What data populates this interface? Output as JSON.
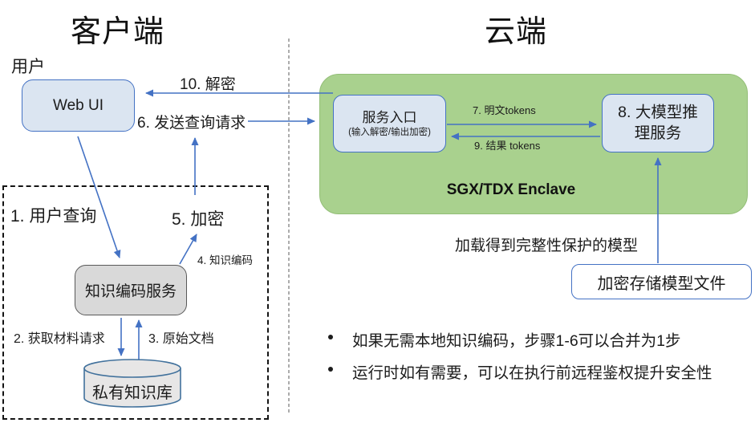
{
  "titles": {
    "client": "客户端",
    "cloud": "云端"
  },
  "client": {
    "user_label": "用户",
    "webui_label": "Web UI",
    "decrypt_label": "10. 解密",
    "send_query_label": "6. 发送查询请求",
    "user_query_label": "1. 用户查询",
    "encrypt_label": "5. 加密",
    "knowledge_encode_label": "4. 知识编码",
    "kb_service_label": "知识编码服务",
    "fetch_material_label": "2. 获取材料请求",
    "raw_doc_label": "3. 原始文档",
    "private_kb_label": "私有知识库"
  },
  "cloud": {
    "entry_title": "服务入口",
    "entry_subtitle": "(输入解密/输出加密)",
    "plain_tokens_label": "7. 明文tokens",
    "result_tokens_label": "9. 结果 tokens",
    "llm_line1": "8. 大模型推",
    "llm_line2": "理服务",
    "enclave_label": "SGX/TDX Enclave",
    "model_load_label": "加载得到完整性保护的模型",
    "model_file_label": "加密存储模型文件"
  },
  "notes": [
    "如果无需本地知识编码，步骤1-6可以合并为1步",
    "运行时如有需要，可以在执行前远程鉴权提升安全性"
  ],
  "colors": {
    "arrow_blue": "#4472C4",
    "enclave_green": "#A9D18E",
    "box_blue_fill": "#DBE5F1",
    "box_gray_fill": "#D9D9D9",
    "cylinder_stroke": "#41719C"
  }
}
